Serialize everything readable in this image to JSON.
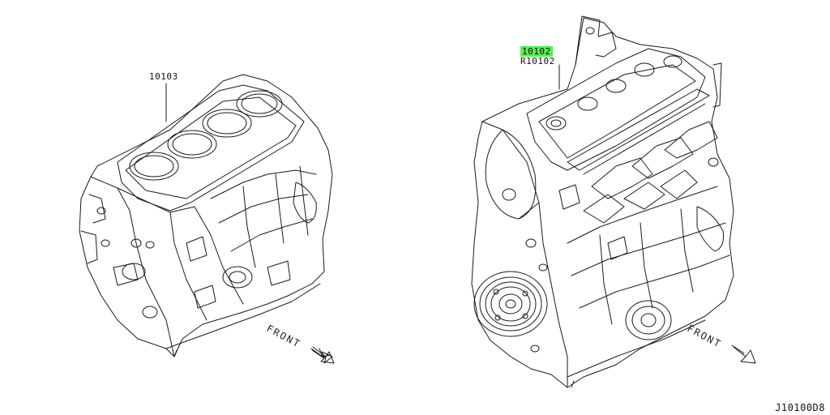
{
  "diagram": {
    "left_part": {
      "number": "10103"
    },
    "right_part": {
      "number_highlighted": "10102",
      "number_alt": "R10102"
    },
    "front_left": "FRONT",
    "front_right": "FRONT",
    "drawing_code": "J10100D8",
    "highlight_color": "#55ee55"
  }
}
